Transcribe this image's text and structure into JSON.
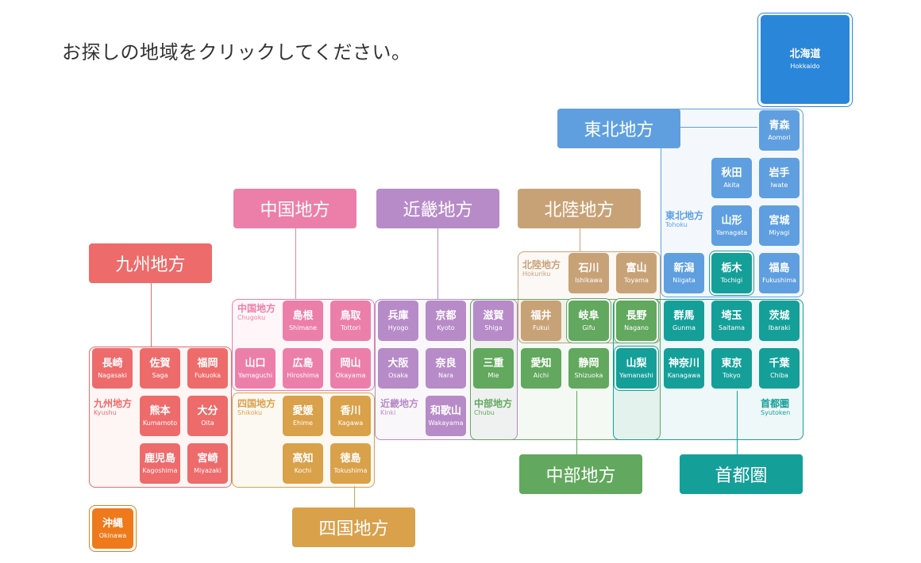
{
  "instruction": "お探しの地域をクリックしてください。",
  "colors": {
    "hokkaido": "#2a86d9",
    "tohoku": "#5f9fe0",
    "kanto": "#159f99",
    "chubu": "#62a85e",
    "hokuriku": "#c8a277",
    "kinki": "#b78bc8",
    "chugoku": "#ec7fa9",
    "shikoku": "#d9a14a",
    "kyushu": "#ee6b6b",
    "okinawa": "#ee7a1c"
  },
  "region_buttons": {
    "tohoku": "東北地方",
    "chugoku": "中国地方",
    "kinki": "近畿地方",
    "hokuriku": "北陸地方",
    "kyushu": "九州地方",
    "shikoku": "四国地方",
    "chubu": "中部地方",
    "shutoken": "首都圏"
  },
  "zone_labels": {
    "tohoku": {
      "jp": "東北地方",
      "en": "Tohoku"
    },
    "hokuriku": {
      "jp": "北陸地方",
      "en": "Hokuriku"
    },
    "chugoku": {
      "jp": "中国地方",
      "en": "Chugoku"
    },
    "shikoku": {
      "jp": "四国地方",
      "en": "Shikoku"
    },
    "kinki": {
      "jp": "近畿地方",
      "en": "Kinki"
    },
    "chubu": {
      "jp": "中部地方",
      "en": "Chubu"
    },
    "kyushu": {
      "jp": "九州地方",
      "en": "Kyushu"
    },
    "shutoken": {
      "jp": "首都圏",
      "en": "Syutoken"
    }
  },
  "prefectures": {
    "hokkaido": {
      "jp": "北海道",
      "en": "Hokkaido"
    },
    "aomori": {
      "jp": "青森",
      "en": "Aomori"
    },
    "akita": {
      "jp": "秋田",
      "en": "Akita"
    },
    "iwate": {
      "jp": "岩手",
      "en": "Iwate"
    },
    "yamagata": {
      "jp": "山形",
      "en": "Yamagata"
    },
    "miyagi": {
      "jp": "宮城",
      "en": "Miyagi"
    },
    "niigata": {
      "jp": "新潟",
      "en": "Niigata"
    },
    "tochigi": {
      "jp": "栃木",
      "en": "Tochigi"
    },
    "fukushima": {
      "jp": "福島",
      "en": "Fukushima"
    },
    "ishikawa": {
      "jp": "石川",
      "en": "Ishikawa"
    },
    "toyama": {
      "jp": "富山",
      "en": "Toyama"
    },
    "fukui": {
      "jp": "福井",
      "en": "Fukui"
    },
    "gifu": {
      "jp": "岐阜",
      "en": "Gifu"
    },
    "nagano": {
      "jp": "長野",
      "en": "Nagano"
    },
    "gunma": {
      "jp": "群馬",
      "en": "Gunma"
    },
    "saitama": {
      "jp": "埼玉",
      "en": "Saitama"
    },
    "ibaraki": {
      "jp": "茨城",
      "en": "Ibaraki"
    },
    "shimane": {
      "jp": "島根",
      "en": "Shimane"
    },
    "tottori": {
      "jp": "鳥取",
      "en": "Tottori"
    },
    "hyogo": {
      "jp": "兵庫",
      "en": "Hyogo"
    },
    "kyoto": {
      "jp": "京都",
      "en": "Kyoto"
    },
    "shiga": {
      "jp": "滋賀",
      "en": "Shiga"
    },
    "nagasaki": {
      "jp": "長崎",
      "en": "Nagasaki"
    },
    "saga": {
      "jp": "佐賀",
      "en": "Saga"
    },
    "fukuoka": {
      "jp": "福岡",
      "en": "Fukuoka"
    },
    "yamaguchi": {
      "jp": "山口",
      "en": "Yamaguchi"
    },
    "hiroshima": {
      "jp": "広島",
      "en": "Hiroshima"
    },
    "okayama": {
      "jp": "岡山",
      "en": "Okayama"
    },
    "osaka": {
      "jp": "大阪",
      "en": "Osaka"
    },
    "nara": {
      "jp": "奈良",
      "en": "Nara"
    },
    "mie": {
      "jp": "三重",
      "en": "Mie"
    },
    "aichi": {
      "jp": "愛知",
      "en": "Aichi"
    },
    "shizuoka": {
      "jp": "静岡",
      "en": "Shizuoka"
    },
    "yamanashi": {
      "jp": "山梨",
      "en": "Yamanashi"
    },
    "kanagawa": {
      "jp": "神奈川",
      "en": "Kanagawa"
    },
    "tokyo": {
      "jp": "東京",
      "en": "Tokyo"
    },
    "chiba": {
      "jp": "千葉",
      "en": "Chiba"
    },
    "kumamoto": {
      "jp": "熊本",
      "en": "Kumamoto"
    },
    "oita": {
      "jp": "大分",
      "en": "Oita"
    },
    "ehime": {
      "jp": "愛媛",
      "en": "Ehime"
    },
    "kagawa": {
      "jp": "香川",
      "en": "Kagawa"
    },
    "wakayama": {
      "jp": "和歌山",
      "en": "Wakayama"
    },
    "kagoshima": {
      "jp": "鹿児島",
      "en": "Kagoshima"
    },
    "miyazaki": {
      "jp": "宮崎",
      "en": "Miyazaki"
    },
    "kochi": {
      "jp": "高知",
      "en": "Kochi"
    },
    "tokushima": {
      "jp": "徳島",
      "en": "Tokushima"
    },
    "okinawa": {
      "jp": "沖縄",
      "en": "Okinawa"
    }
  }
}
